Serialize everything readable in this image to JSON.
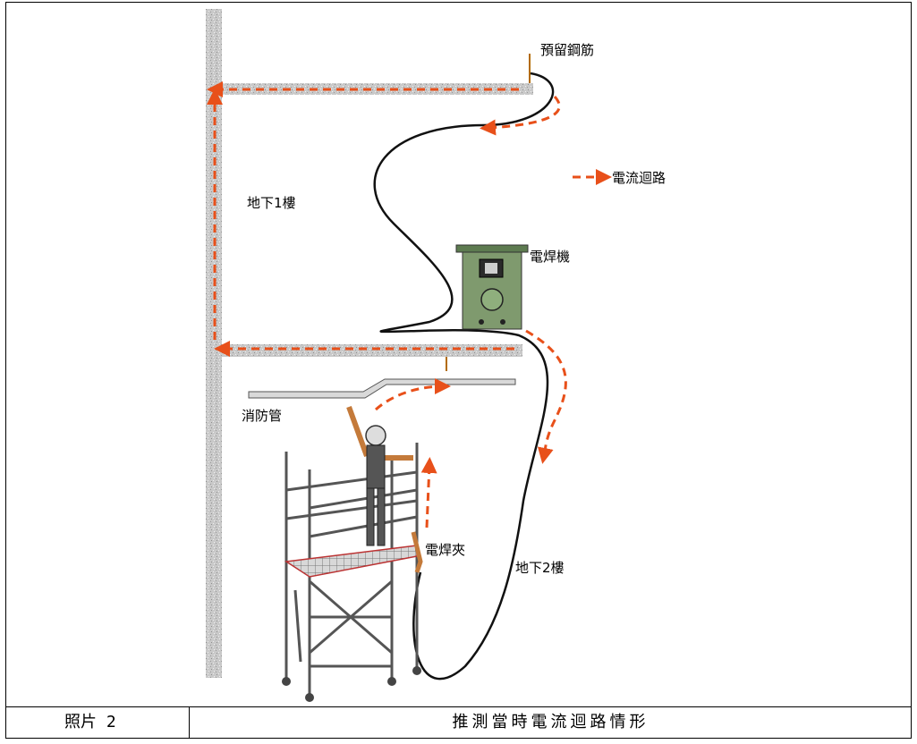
{
  "labels": {
    "rebar": "預留鋼筋",
    "current_loop_legend": "電流迴路",
    "b1_floor": "地下1樓",
    "welder": "電焊機",
    "fire_pipe": "消防管",
    "clamp": "電焊夾",
    "b2_floor": "地下2樓"
  },
  "caption": {
    "label": "照片 2",
    "text": "推測當時電流迴路情形"
  },
  "colors": {
    "current_arrow": "#e8501a",
    "concrete": "#c8c8c8",
    "welder_body": "#7f9a6e",
    "cable": "#111111",
    "pipe": "#d9d9d9"
  }
}
